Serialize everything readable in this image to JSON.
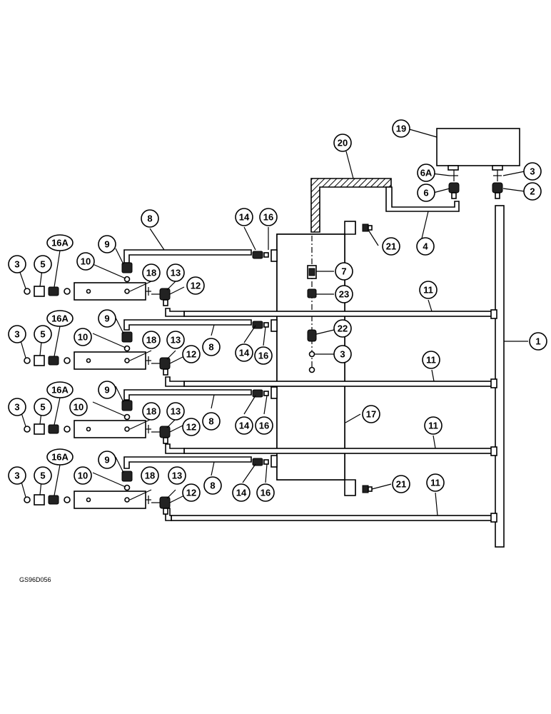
{
  "drawing_code": "GS96D056",
  "callouts": [
    "1",
    "2",
    "3",
    "4",
    "5",
    "6",
    "6A",
    "7",
    "8",
    "9",
    "10",
    "11",
    "12",
    "13",
    "14",
    "16",
    "16A",
    "17",
    "18",
    "19",
    "20",
    "21",
    "22",
    "23"
  ]
}
